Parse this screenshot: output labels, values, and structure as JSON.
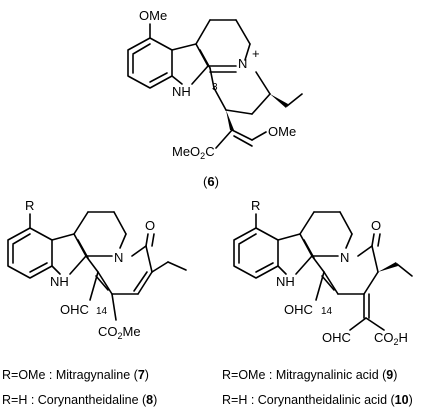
{
  "compound6": {
    "substituent": "OMe",
    "nitrogen_ring": "N",
    "charge": "+",
    "indole_nh": "NH",
    "position_label": "3",
    "ester": "MeO2C",
    "enol_ether": "OMe",
    "label_open": "(",
    "label_number": "6",
    "label_close": ")"
  },
  "left_structure": {
    "r_group": "R",
    "indole_nh": "NH",
    "nitrogen": "N",
    "carbonyl_o": "O",
    "aldehyde": "OHC",
    "position_label": "14",
    "ester": "CO2Me"
  },
  "right_structure": {
    "r_group": "R",
    "indole_nh": "NH",
    "nitrogen": "N",
    "carbonyl_o": "O",
    "aldehyde": "OHC",
    "position_label": "14",
    "side_aldehyde": "OHC",
    "acid": "CO2H"
  },
  "legend": [
    {
      "r": "R=OMe : Mitragynaline (",
      "num": "7",
      "close": ")"
    },
    {
      "r": "R=OMe : Mitragynalinic acid (",
      "num": "9",
      "close": ")"
    },
    {
      "r": "R=H : Corynantheidaline (",
      "num": "8",
      "close": ")"
    },
    {
      "r": "R=H : Corynantheidalinic acid (",
      "num": "10",
      "close": ")"
    }
  ]
}
